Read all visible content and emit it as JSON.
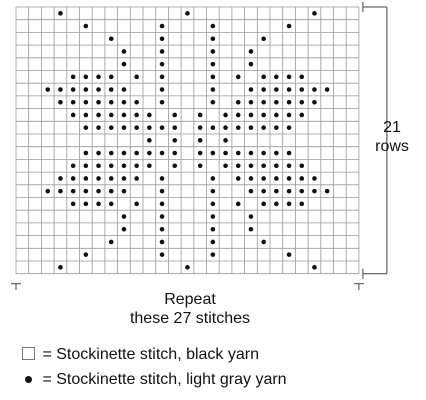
{
  "chart_data": {
    "type": "grid",
    "columns": 27,
    "rows": 21,
    "cell_states": [
      "black yarn (empty square)",
      "light gray yarn (dot)"
    ],
    "grid": [
      "...0.........0.........0...",
      ".....0.....0...0.....0.....",
      ".......0...0...0...0.......",
      "........0..0...0..0........",
      "........0..0...0..0........",
      "....0000.0.0...0.0.0000....",
      "..0000000..0...0..0000000..",
      "...0000000.0...0.0000000...",
      "....0000000.0.0.0000000....",
      ".....00000000.00000000.....",
      "..........0.0.0.0..........",
      ".....00000000.00000000.....",
      "....0000000.0.0.0000000....",
      "...0000000.0...0.0000000...",
      "..0000000..0...0..0000000..",
      "....0000.0.0...0.0.0000....",
      "........0..0...0..0........",
      "........0..0...0..0........",
      ".......0...0...0...0.......",
      ".....0.....0...0.....0.....",
      "...0.........0.........0..."
    ]
  },
  "labels": {
    "rows_count": "21",
    "rows_word": "rows",
    "repeat_line1": "Repeat",
    "repeat_line2": "these 27 stitches"
  },
  "legend": [
    {
      "symbol": "empty-square-icon",
      "text": "= Stockinette stitch, black yarn"
    },
    {
      "symbol": "dot-icon",
      "text": "= Stockinette stitch, light gray yarn"
    }
  ],
  "colors": {
    "grid_line": "#9a9a9a",
    "dot": "#111111",
    "bracket": "#444444"
  }
}
